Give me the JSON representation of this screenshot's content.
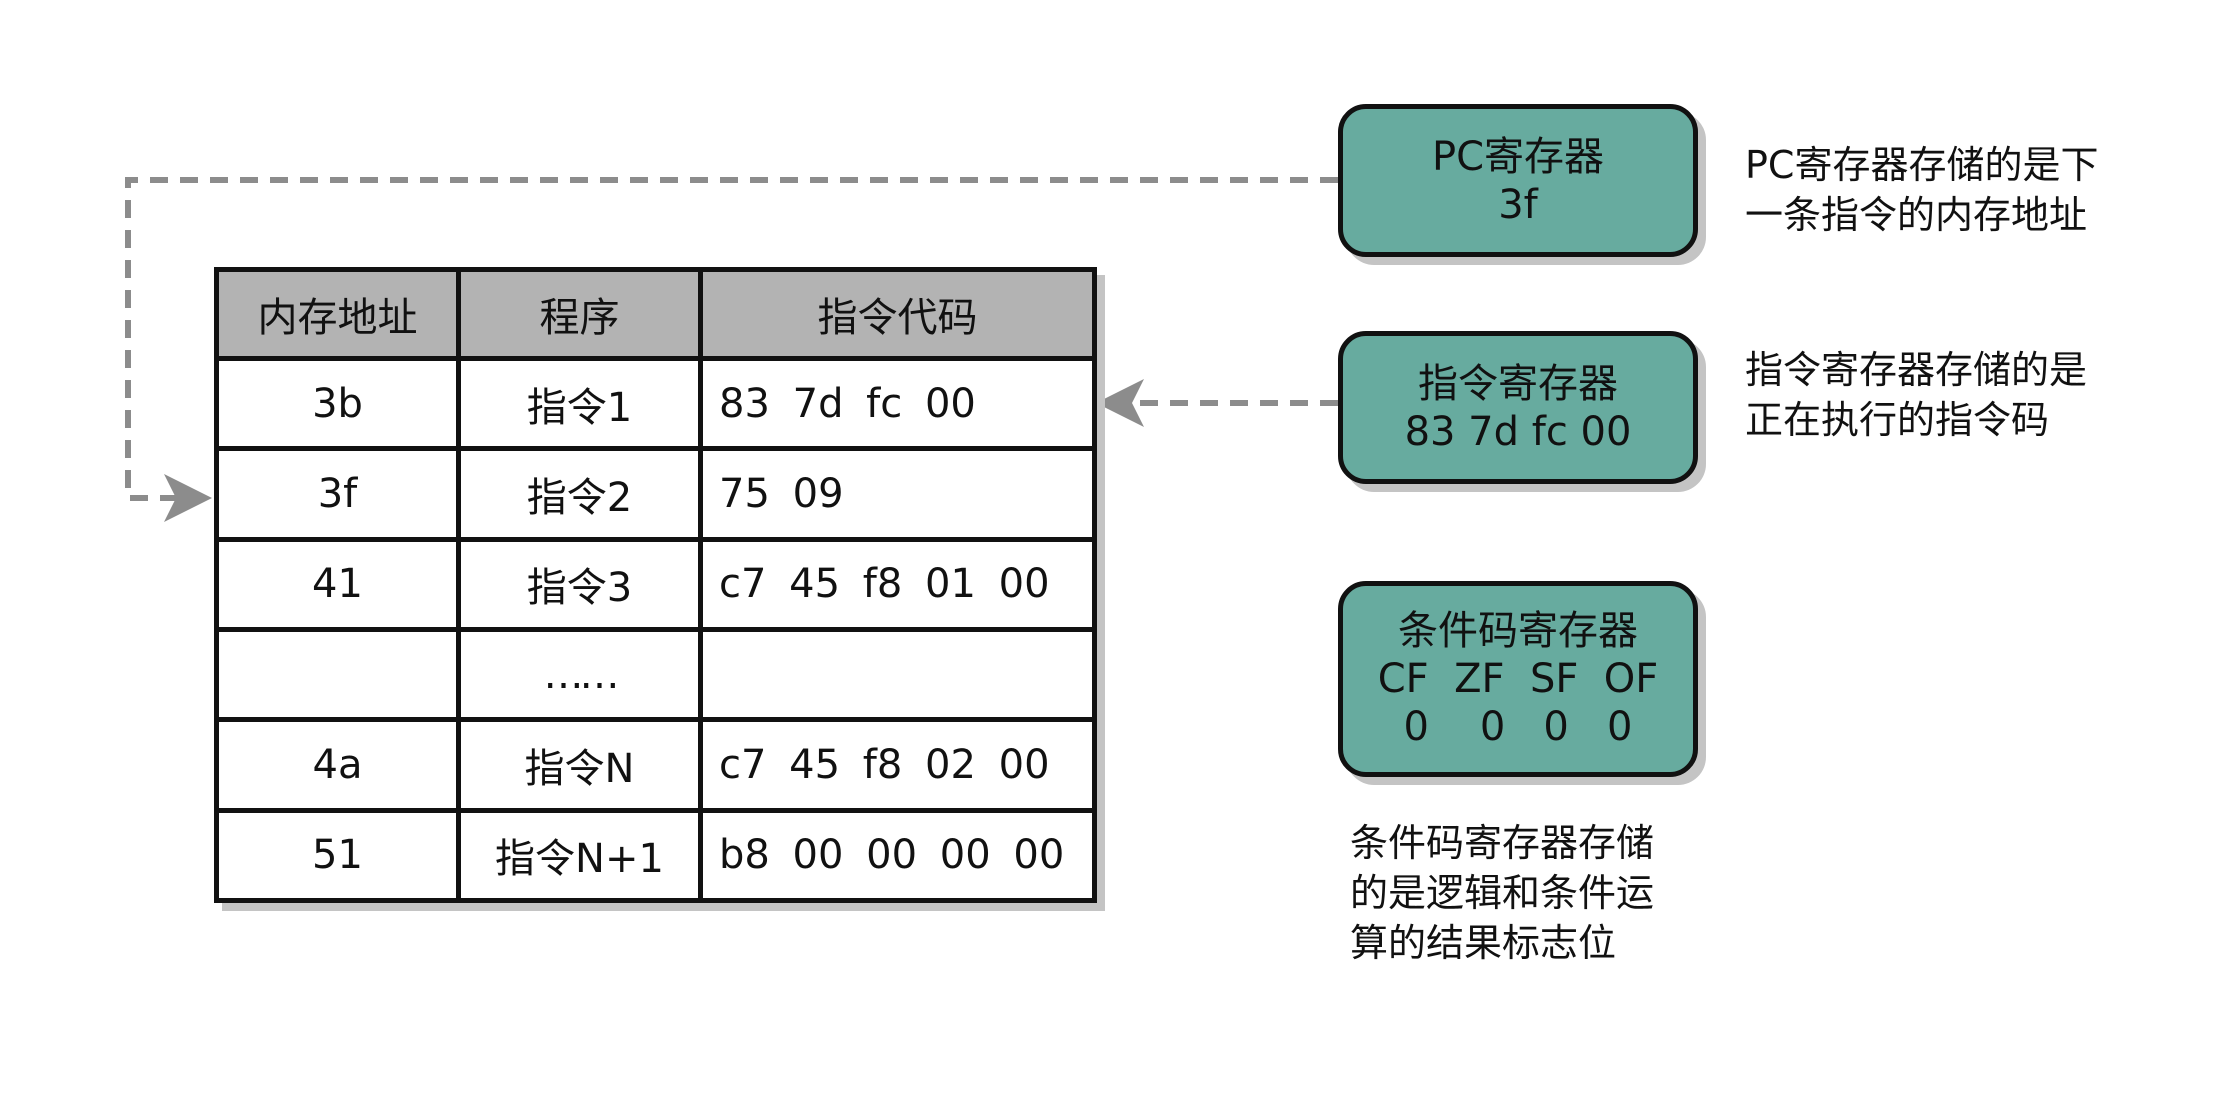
{
  "table": {
    "headers": [
      "内存地址",
      "程序",
      "指令代码"
    ],
    "rows": [
      {
        "address": "3b",
        "program": "指令1",
        "code": "83 7d fc 00"
      },
      {
        "address": "3f",
        "program": "指令2",
        "code": "75 09"
      },
      {
        "address": "41",
        "program": "指令3",
        "code": "c7 45 f8 01 00"
      },
      {
        "address": "",
        "program": "……",
        "code": ""
      },
      {
        "address": "4a",
        "program": "指令N",
        "code": "c7 45 f8 02 00"
      },
      {
        "address": "51",
        "program": "指令N+1",
        "code": "b8 00 00 00 00"
      }
    ]
  },
  "registers": {
    "pc": {
      "title": "PC寄存器",
      "value": "3f"
    },
    "ir": {
      "title": "指令寄存器",
      "value": "83 7d fc 00"
    },
    "cc": {
      "title": "条件码寄存器",
      "flags": "CF  ZF  SF  OF",
      "values": "0    0   0   0"
    }
  },
  "notes": {
    "pc": "PC寄存器存储的是下\n一条指令的内存地址",
    "ir": "指令寄存器存储的是\n正在执行的指令码",
    "cc": "条件码寄存器存储\n的是逻辑和条件运\n算的结果标志位"
  },
  "colors": {
    "register_fill": "#67ab9f",
    "table_header_fill": "#b3b3b3",
    "connector": "#8c8c8c",
    "shadow": "#c4c4c4"
  }
}
